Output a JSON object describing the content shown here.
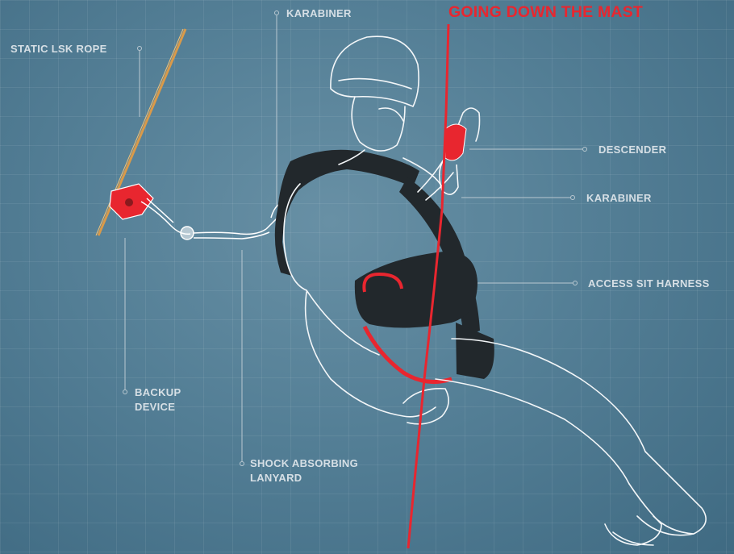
{
  "title": "GOING DOWN THE MAST",
  "labels": {
    "karabiner_top": "KARABINER",
    "static_rope": "STATIC LSK ROPE",
    "descender": "DESCENDER",
    "karabiner_right": "KARABINER",
    "access_harness": "ACCESS SIT HARNESS",
    "backup_device": "BACKUP\nDEVICE",
    "shock_lanyard": "SHOCK ABSORBING\nLANYARD"
  },
  "colors": {
    "accent_red": "#e8262f",
    "label_text": "#d6dfe5",
    "rope_orange": "#d99a4a",
    "harness_black": "#22282c"
  }
}
